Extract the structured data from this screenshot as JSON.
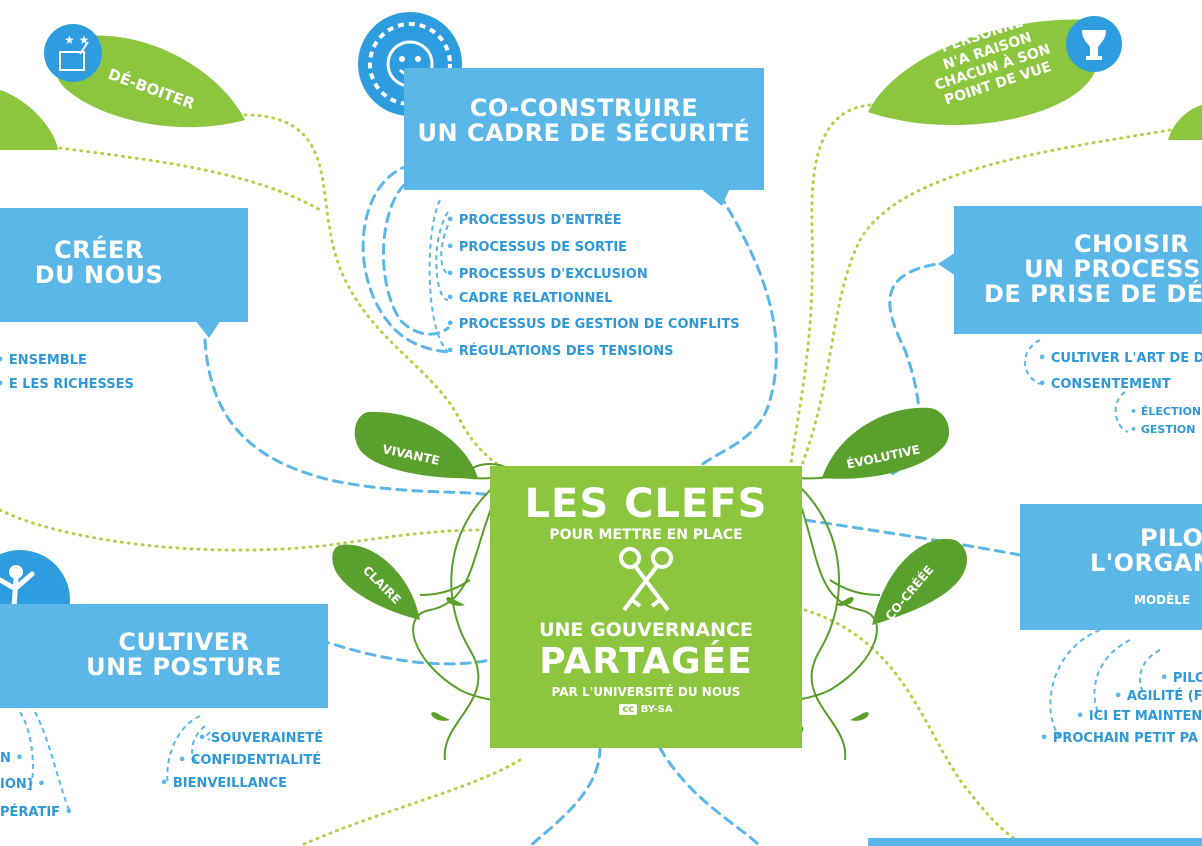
{
  "center": {
    "title": "LES CLEFS",
    "line2": "POUR METTRE EN PLACE",
    "line3": "UNE GOUVERNANCE",
    "line4": "PARTAGÉE",
    "line5": "PAR L'UNIVERSITÉ DU NOUS",
    "license": "BY-SA",
    "license_icon": "cc"
  },
  "leaves": {
    "vivante": "VIVANTE",
    "claire": "CLAIRE",
    "evolutive": "ÉVOLUTIVE",
    "cocreee": "CO-CRÉÉE",
    "deboiter": "DÉ-BOITER",
    "personne": [
      "PERSONNE",
      "N'A RAISON",
      "CHACUN À SON",
      "POINT DE VUE"
    ]
  },
  "boxes": {
    "coconstruire": [
      "CO-CONSTRUIRE",
      "UN CADRE DE SÉCURITÉ"
    ],
    "creer": [
      "CRÉER",
      "DU NOUS"
    ],
    "choisir": [
      "CHOISIR",
      "UN PROCESSUS",
      "DE PRISE DE DÉC"
    ],
    "cultiver": [
      "CULTIVER",
      "UNE POSTURE"
    ],
    "piloter": [
      "PILO",
      "L'ORGAN"
    ],
    "piloter_sub": "MODÈLE"
  },
  "lists": {
    "coconstruire": [
      "PROCESSUS D'ENTRÉE",
      "PROCESSUS DE SORTIE",
      "PROCESSUS D'EXCLUSION",
      "CADRE RELATIONNEL",
      "PROCESSUS DE GESTION DE CONFLITS",
      "RÉGULATIONS DES TENSIONS"
    ],
    "creer": [
      "ENSEMBLE",
      "E LES RICHESSES"
    ],
    "choisir": [
      "CULTIVER L'ART DE D",
      "CONSENTEMENT"
    ],
    "choisir_sub": [
      "ÉLECTION",
      "GESTION"
    ],
    "cultiver_right": [
      "SOUVERAINETÉ",
      "CONFIDENTIALITÉ",
      "BIENVEILLANCE"
    ],
    "cultiver_left": [
      "N",
      "ION]",
      "PÉRATIF"
    ],
    "piloter": [
      "PILO",
      "AGILITÉ (F",
      "ICI ET MAINTEN",
      "PROCHAIN PETIT PA"
    ]
  },
  "icons": {
    "deboiter": "box-magic-icon",
    "coconstruire": "smiley-sun-icon",
    "personne": "vase-faces-icon",
    "cultiver": "dancer-icon",
    "center": "keys-icon"
  },
  "colors": {
    "blue": "#5bb7e8",
    "dark_blue": "#2e98d8",
    "green": "#8cc63f",
    "dark_green": "#5a9e2a",
    "dots": "#b9cf4a"
  }
}
